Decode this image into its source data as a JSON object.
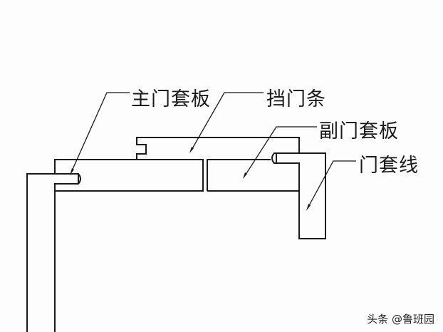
{
  "diagram": {
    "labels": {
      "main_jamb": "主门套板",
      "door_stop": "挡门条",
      "secondary_jamb": "副门套板",
      "casing": "门套线"
    },
    "watermark": "头条 @鲁班园"
  }
}
